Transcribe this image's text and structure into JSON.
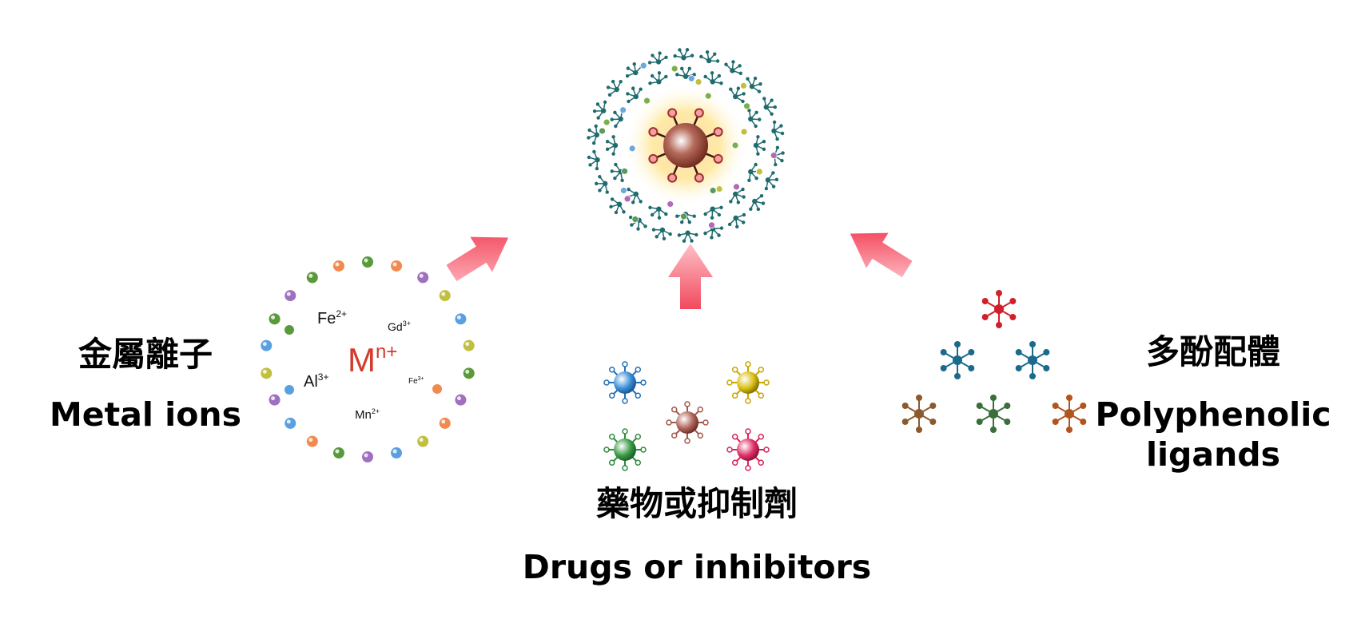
{
  "labels": {
    "metal_cn": "金屬離子",
    "metal_en": "Metal ions",
    "drugs_cn": "藥物或抑制劑",
    "drugs_en": "Drugs or inhibitors",
    "ligand_cn": "多酚配體",
    "ligand_en_line1": "Polyphenolic",
    "ligand_en_line2": "ligands"
  },
  "ions": {
    "main_symbol": "M",
    "main_charge": "n+",
    "fe_symbol": "Fe",
    "fe_charge": "2+",
    "gd_symbol": "Gd",
    "gd_charge": "3+",
    "al_symbol": "Al",
    "al_charge": "3+",
    "fe3_symbol": "Fe",
    "fe3_charge": "3+",
    "mn_symbol": "Mn",
    "mn_charge": "2+"
  },
  "colors": {
    "main_ion": "#d33a2c",
    "arrow": "#f0485a",
    "linker": "#1f6b6e",
    "core": "#9c4a3c",
    "drug_blue": "#1f6fb5",
    "drug_yellow": "#c9a400",
    "drug_brown": "#a0584a",
    "drug_green": "#2e8b3a",
    "drug_pink": "#d8245a",
    "ligand_red": "#d0202c",
    "ligand_blue": "#1a6a8c",
    "ligand_brown": "#8a5a2e",
    "ligand_green": "#3b6e3a",
    "ligand_orange": "#b2541e"
  }
}
